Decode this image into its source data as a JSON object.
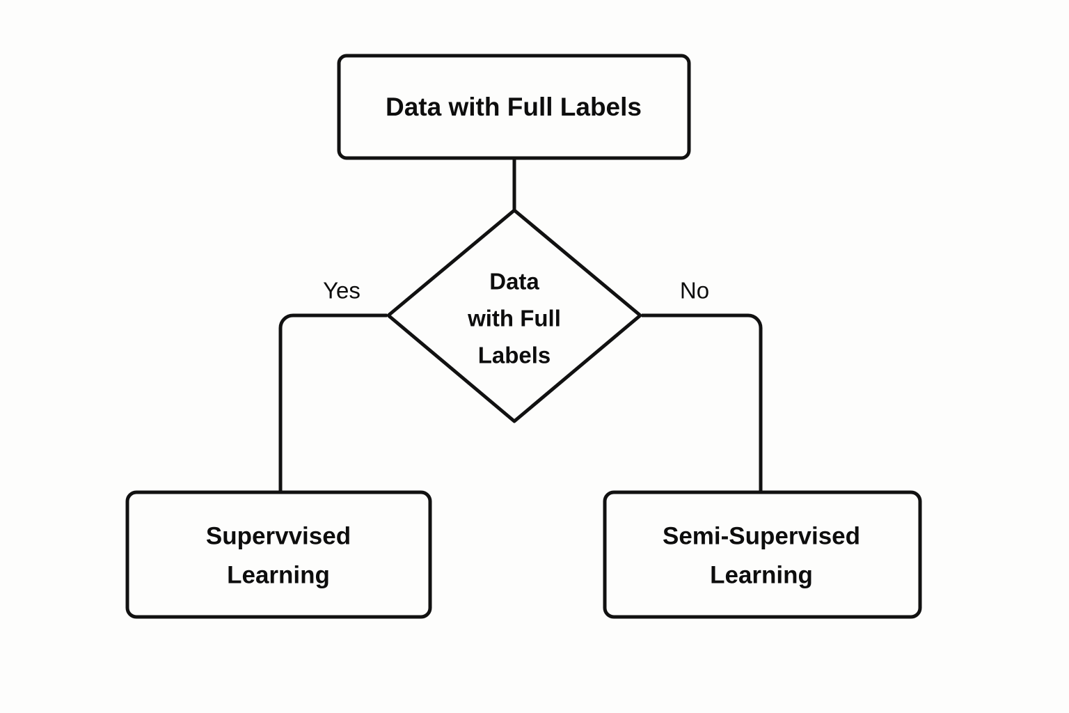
{
  "diagram": {
    "type": "flowchart",
    "title": "Data with Full Labels decision flowchart",
    "background_color": "#fdfdfc",
    "stroke_color": "#111111",
    "text_color": "#0d0d0d",
    "nodes": {
      "start": {
        "shape": "rounded-rectangle",
        "label": "Data with Full Labels"
      },
      "decision": {
        "shape": "diamond",
        "line1": "Data",
        "line2": "with Full",
        "line3": "Labels"
      },
      "left_outcome": {
        "shape": "rounded-rectangle",
        "line1": "Supervvised",
        "line2": "Learning"
      },
      "right_outcome": {
        "shape": "rounded-rectangle",
        "line1": "Semi-Supervised",
        "line2": "Learning"
      }
    },
    "edges": {
      "yes_label": "Yes",
      "no_label": "No"
    }
  }
}
